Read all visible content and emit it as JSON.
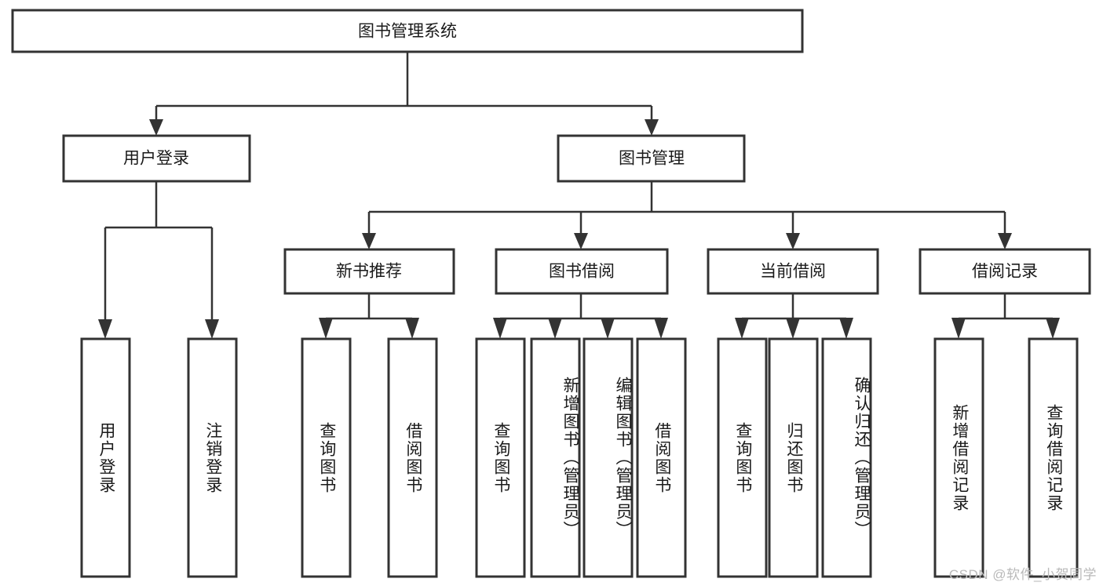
{
  "diagram": {
    "title_node": {
      "label": "图书管理系统"
    },
    "level2": [
      {
        "id": "user-login",
        "label": "用户登录"
      },
      {
        "id": "book-management",
        "label": "图书管理"
      }
    ],
    "level3": [
      {
        "id": "new-book-recommend",
        "label": "新书推荐",
        "parent": "book-management"
      },
      {
        "id": "book-borrow",
        "label": "图书借阅",
        "parent": "book-management"
      },
      {
        "id": "current-borrow",
        "label": "当前借阅",
        "parent": "book-management"
      },
      {
        "id": "borrow-record",
        "label": "借阅记录",
        "parent": "book-management"
      }
    ],
    "leaves": [
      {
        "id": "leaf-user-login",
        "label": "用户登录",
        "parent": "user-login"
      },
      {
        "id": "leaf-logout-login",
        "label": "注销登录",
        "parent": "user-login"
      },
      {
        "id": "leaf-query-book-1",
        "label": "查询图书",
        "parent": "new-book-recommend"
      },
      {
        "id": "leaf-borrow-book-1",
        "label": "借阅图书",
        "parent": "new-book-recommend"
      },
      {
        "id": "leaf-query-book-2",
        "label": "查询图书",
        "parent": "book-borrow"
      },
      {
        "id": "leaf-add-book",
        "label": "新增图书（管理员）",
        "parent": "book-borrow"
      },
      {
        "id": "leaf-edit-book",
        "label": "编辑图书（管理员）",
        "parent": "book-borrow"
      },
      {
        "id": "leaf-borrow-book-2",
        "label": "借阅图书",
        "parent": "book-borrow"
      },
      {
        "id": "leaf-query-book-3",
        "label": "查询图书",
        "parent": "current-borrow"
      },
      {
        "id": "leaf-return-book",
        "label": "归还图书",
        "parent": "current-borrow"
      },
      {
        "id": "leaf-confirm-return",
        "label": "确认归还（管理员）",
        "parent": "current-borrow"
      },
      {
        "id": "leaf-add-record",
        "label": "新增借阅记录",
        "parent": "borrow-record"
      },
      {
        "id": "leaf-query-record",
        "label": "查询借阅记录",
        "parent": "borrow-record"
      }
    ],
    "watermark": "CSDN @软件_小贺同学",
    "colors": {
      "box_stroke": "#333333",
      "box_fill": "#ffffff",
      "text": "#1a1a1a",
      "background": "#ffffff",
      "watermark": "#b9b9b9"
    }
  }
}
